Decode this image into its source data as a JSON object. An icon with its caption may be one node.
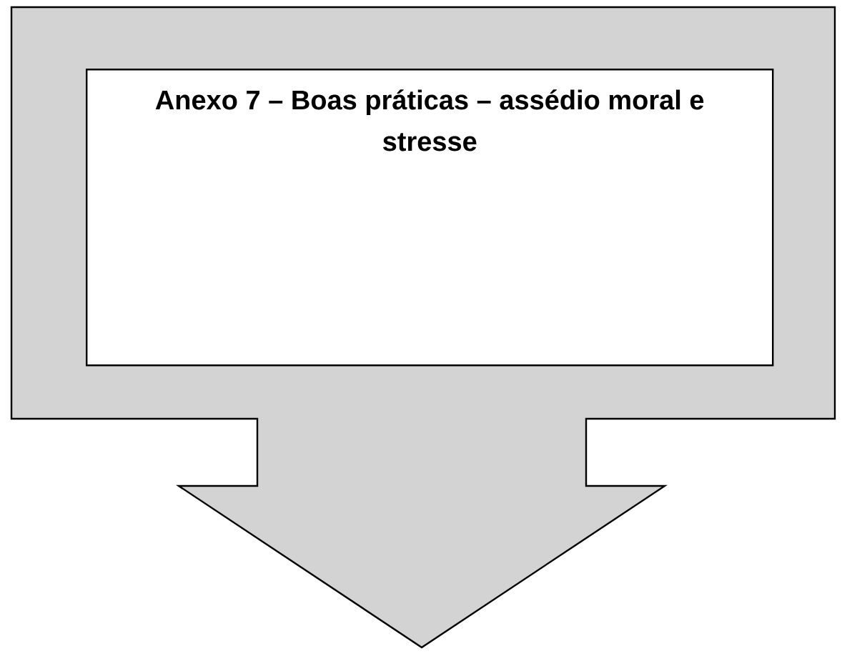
{
  "diagram": {
    "nodes": [
      {
        "text": [],
        "shape": "callout"
      },
      {
        "text": [
          "Anexo 7 – Boas práticas – assédio moral e stresse"
        ],
        "in": 0
      }
    ]
  }
}
